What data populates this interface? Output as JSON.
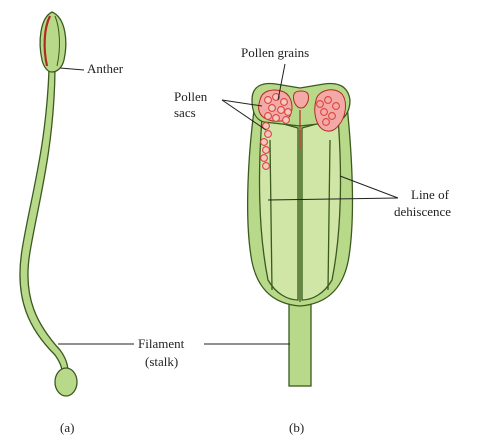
{
  "colors": {
    "tissue_fill": "#b9d98a",
    "tissue_light": "#cfe6a6",
    "tissue_outline": "#3a5a1e",
    "sac_fill": "#f3a9a5",
    "grain_fill": "#d9473e",
    "anther_stripe": "#b02a22",
    "leader_line": "#222222",
    "background": "#ffffff"
  },
  "labels": {
    "anther": "Anther",
    "pollen_grains": "Pollen grains",
    "pollen_sacs_line1": "Pollen",
    "pollen_sacs_line2": "sacs",
    "line_of_dehiscence_line1": "Line of",
    "line_of_dehiscence_line2": "dehiscence",
    "filament_line1": "Filament",
    "filament_line2": "(stalk)",
    "caption_a": "(a)",
    "caption_b": "(b)"
  }
}
